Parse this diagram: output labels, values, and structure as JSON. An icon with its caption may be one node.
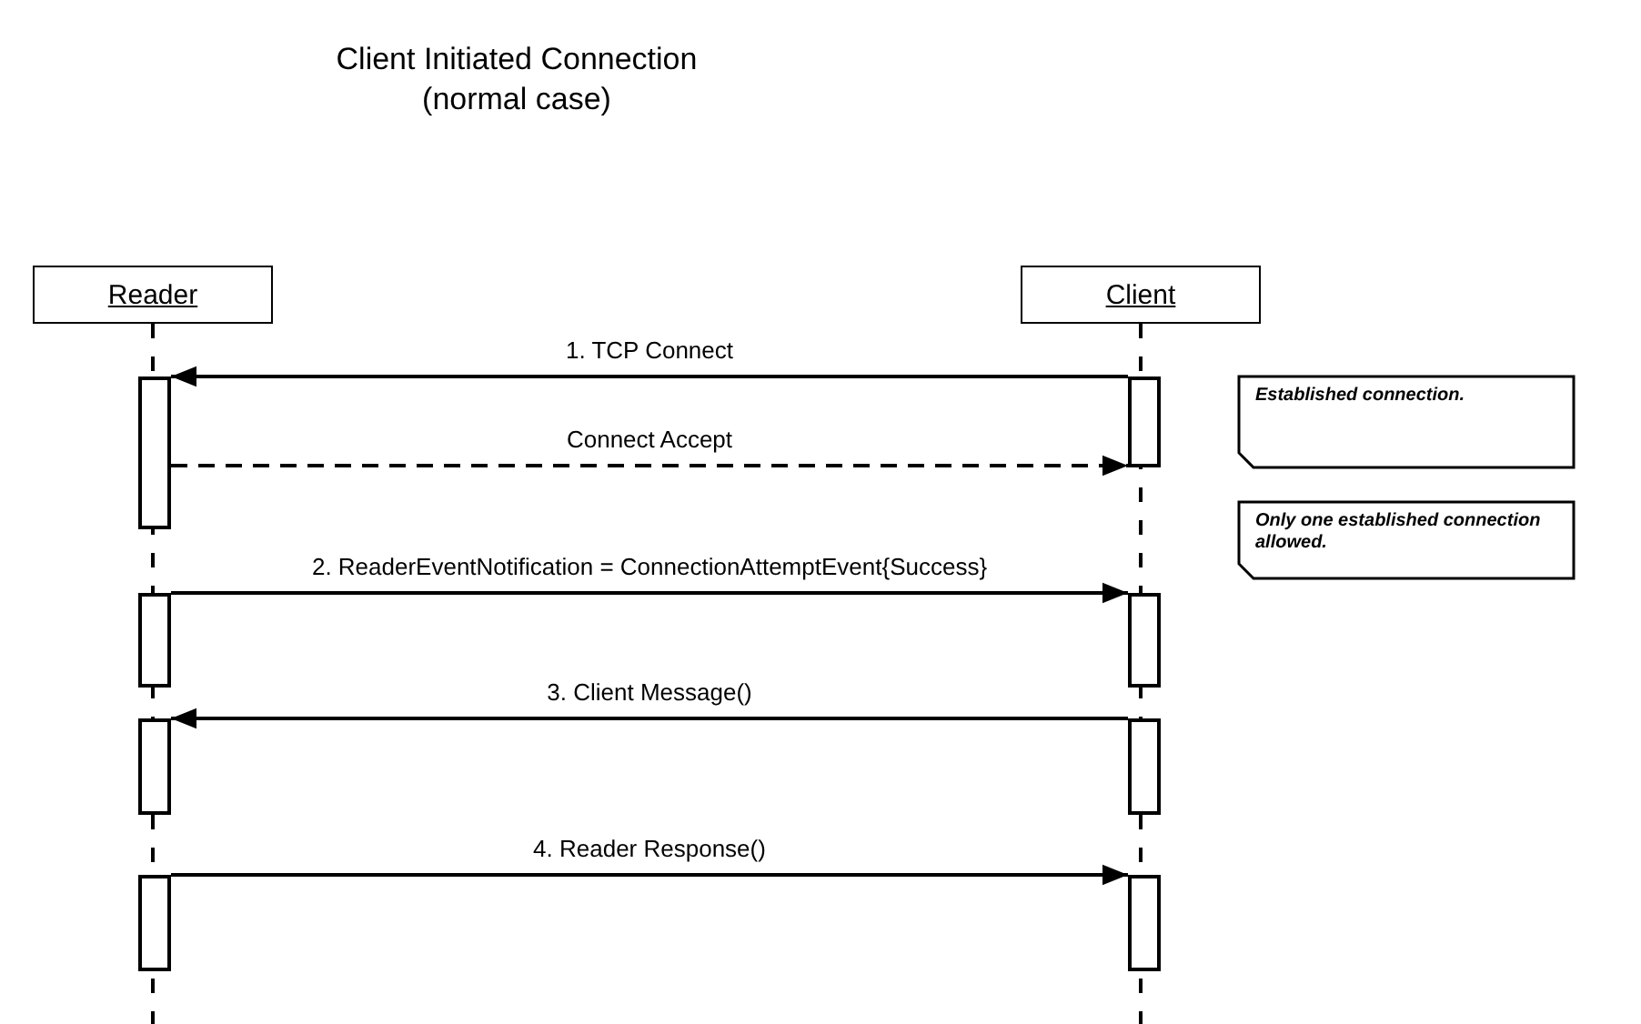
{
  "diagram": {
    "title": "Client Initiated Connection (normal case)",
    "nodes": [
      {
        "text": [
          "Reader"
        ]
      },
      {
        "text": [
          "Client"
        ]
      },
      {
        "text": [
          "Established connection."
        ]
      },
      {
        "text": [
          "Only one established connection allowed."
        ]
      },
      {
        "text": [],
        "shape": "bar"
      },
      {
        "text": [],
        "shape": "bar"
      },
      {
        "text": [],
        "shape": "bar"
      },
      {
        "text": [],
        "shape": "bar"
      },
      {
        "text": [],
        "shape": "bar"
      },
      {
        "text": [],
        "shape": "bar"
      },
      {
        "text": [],
        "shape": "bar"
      },
      {
        "text": [],
        "shape": "bar"
      }
    ],
    "edges": [
      {
        "from": 5,
        "to": 4,
        "arrow": "to",
        "label": "1. TCP Connect"
      },
      {
        "from": 4,
        "to": 5,
        "arrow": "to",
        "label": "Connect Accept",
        "style": "dashed"
      },
      {
        "from": 6,
        "to": 7,
        "arrow": "to",
        "label": "2. ReaderEventNotification = ConnectionAttemptEvent{Success}"
      },
      {
        "from": 9,
        "to": 8,
        "arrow": "to",
        "label": "3. Client Message()"
      },
      {
        "from": 10,
        "to": 11,
        "arrow": "to",
        "label": "4. Reader Response()"
      }
    ]
  }
}
